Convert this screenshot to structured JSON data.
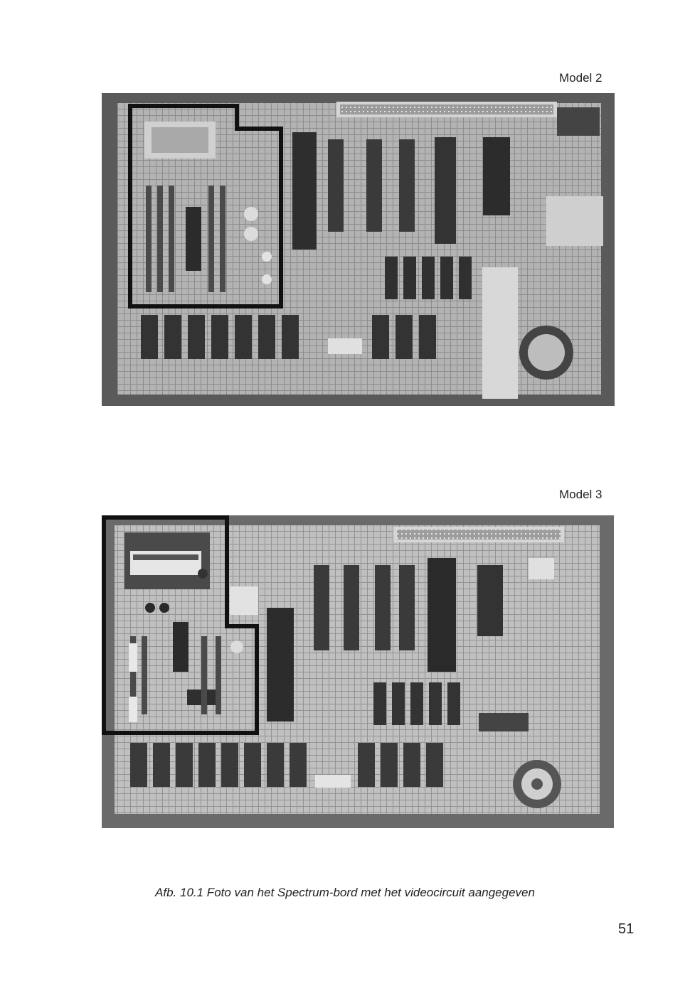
{
  "photos": [
    {
      "label": "Model 2"
    },
    {
      "label": "Model 3"
    }
  ],
  "caption": "Afb. 10.1 Foto van het Spectrum-bord met het videocircuit aangegeven",
  "page_number": "51"
}
